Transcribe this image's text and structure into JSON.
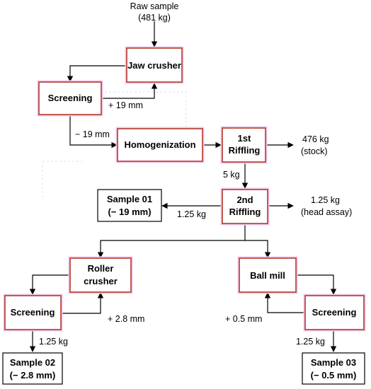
{
  "input": {
    "line1": "Raw sample",
    "line2": "(481 kg)"
  },
  "boxes": {
    "jaw_crusher": "Jaw crusher",
    "screening_1": "Screening",
    "homogenization": "Homogenization",
    "riffling_1_line1": "1st",
    "riffling_1_line2": "Riffling",
    "riffling_2_line1": "2nd",
    "riffling_2_line2": "Riffling",
    "sample_01_line1": "Sample 01",
    "sample_01_line2": "(− 19 mm)",
    "roller_line1": "Roller",
    "roller_line2": "crusher",
    "ball_mill": "Ball mill",
    "screening_2": "Screening",
    "screening_3": "Screening",
    "sample_02_line1": "Sample 02",
    "sample_02_line2": "(− 2.8 mm)",
    "sample_03_line1": "Sample 03",
    "sample_03_line2": "(− 0.5 mm)"
  },
  "labels": {
    "plus_19": "+ 19 mm",
    "minus_19": "− 19 mm",
    "stock_kg": "476 kg",
    "stock": "(stock)",
    "kg5": "5 kg",
    "kg125_sample01": "1.25 kg",
    "head_kg": "1.25 kg",
    "head": "(head assay)",
    "plus_28": "+ 2.8 mm",
    "plus_05": "+ 0.5 mm",
    "kg125_sample02": "1.25 kg",
    "kg125_sample03": "1.25 kg"
  },
  "colors": {
    "process_border": "#b23a2a",
    "sample_border": "#000000",
    "glow": "#f3c8ec",
    "line": "#000000"
  }
}
